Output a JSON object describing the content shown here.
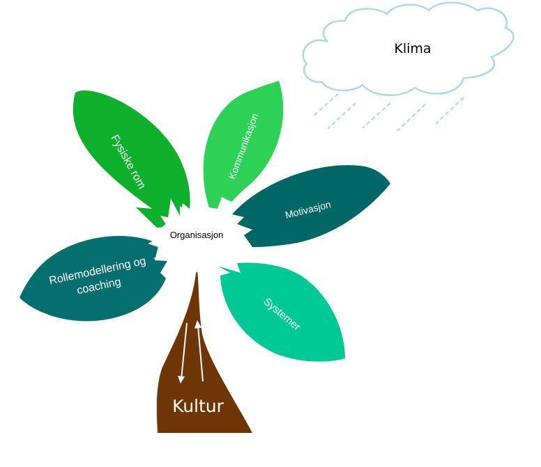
{
  "diagram": {
    "center": {
      "label": "Organisasjon"
    },
    "climate": {
      "label": "Klima"
    },
    "culture": {
      "label": "Kultur"
    },
    "leaves": [
      {
        "id": "fysiske-rom",
        "label": "Fysiske rom",
        "color": "#0eb02b"
      },
      {
        "id": "kommunikasjon",
        "label": "Kommunikasjon",
        "color": "#2dd155"
      },
      {
        "id": "motivasjon",
        "label": "Motivasjon",
        "color": "#006666"
      },
      {
        "id": "systemer",
        "label": "Systemer",
        "color": "#00c995"
      },
      {
        "id": "rollemodellering",
        "label_line1": "Rollemodellering og",
        "label_line2": "coaching",
        "color": "#056e6e"
      }
    ],
    "colors": {
      "trunk": "#6e3506",
      "cloud_outline": "#a9d8ec",
      "rain": "#a9d8ec"
    }
  }
}
